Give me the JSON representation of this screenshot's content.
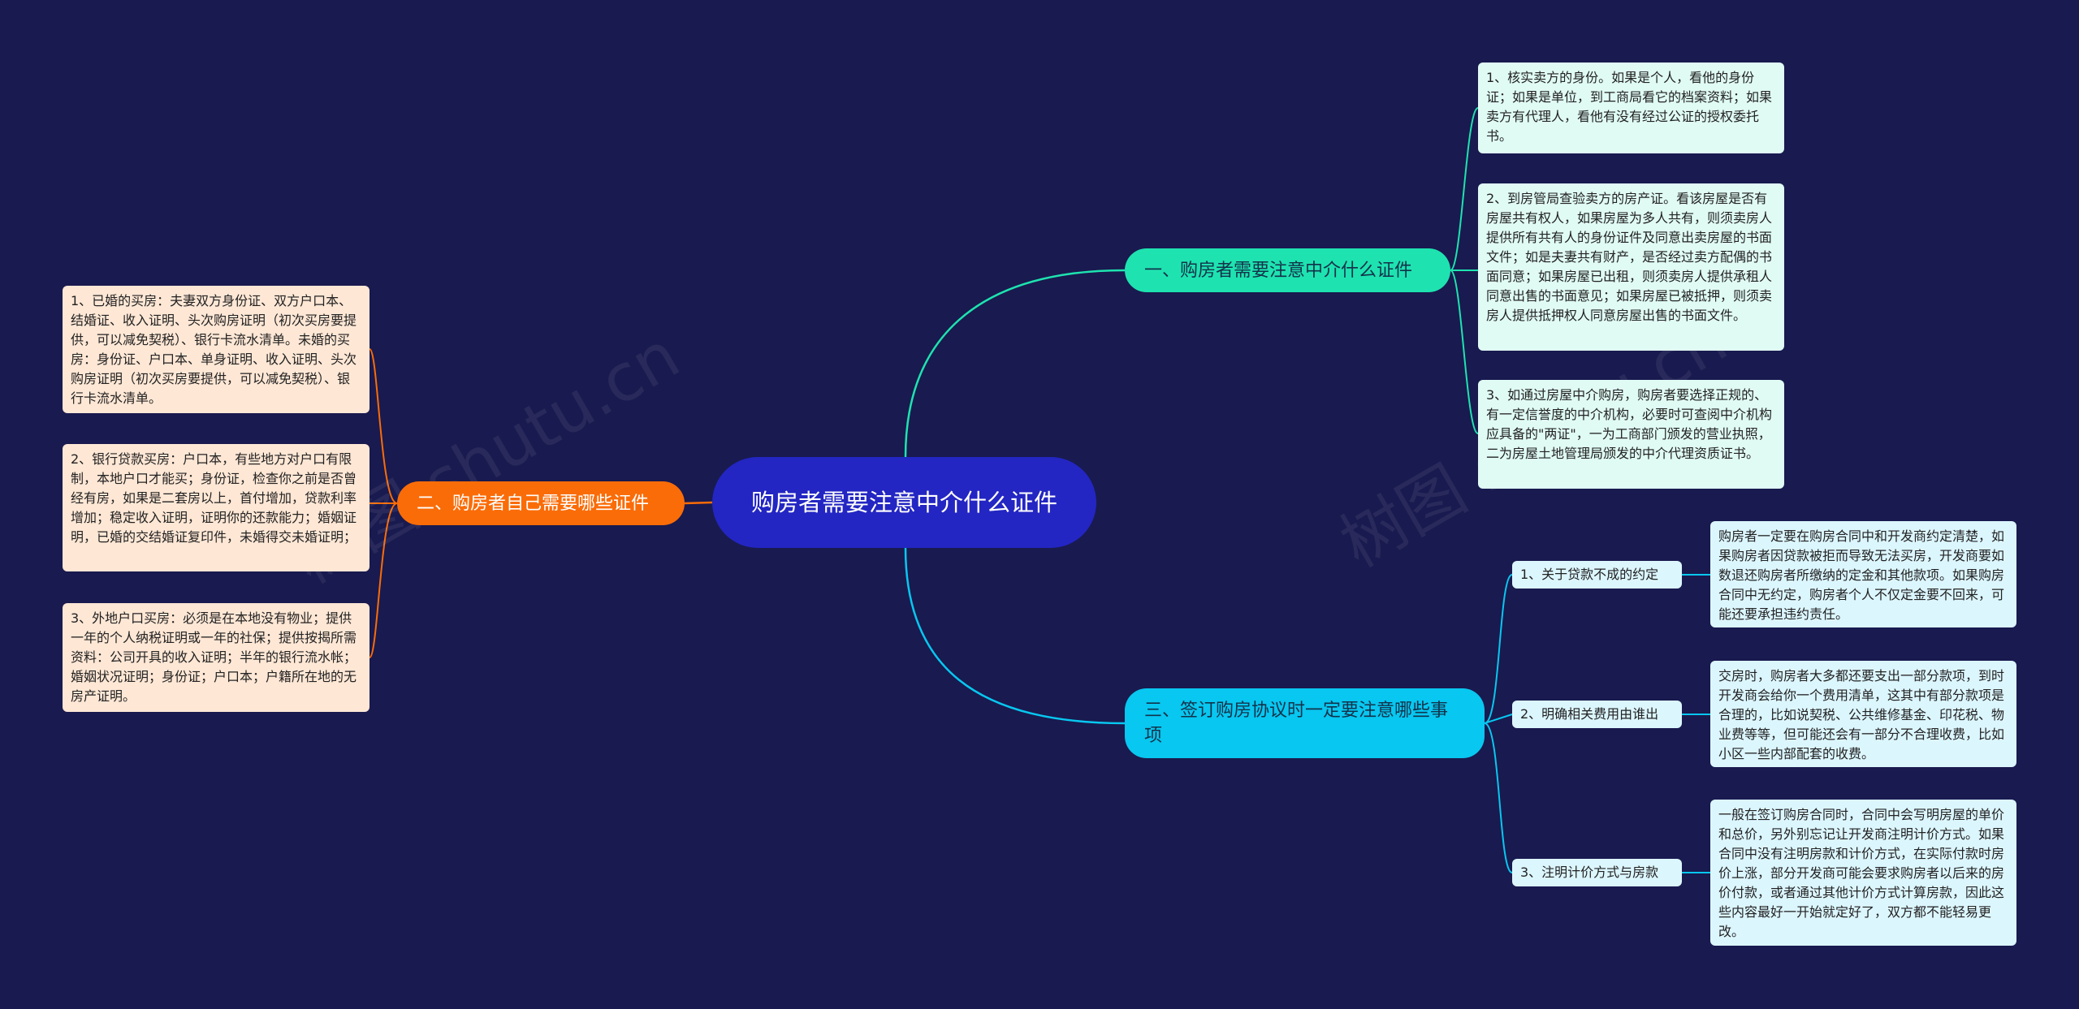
{
  "colors": {
    "background": "#191a4f",
    "root": "#2326c2",
    "branch1": "#1ee3b0",
    "branch2": "#fa6c08",
    "branch3": "#08c7f0"
  },
  "root": {
    "title": "购房者需要注意中介什么证件"
  },
  "branch1": {
    "label": "一、购房者需要注意中介什么证件",
    "items": [
      "1、核实卖方的身份。如果是个人，看他的身份证；如果是单位，到工商局看它的档案资料；如果卖方有代理人，看他有没有经过公证的授权委托书。",
      "2、到房管局查验卖方的房产证。看该房屋是否有房屋共有权人，如果房屋为多人共有，则须卖房人提供所有共有人的身份证件及同意出卖房屋的书面文件；如是夫妻共有财产，是否经过卖方配偶的书面同意；如果房屋已出租，则须卖房人提供承租人同意出售的书面意见；如果房屋已被抵押，则须卖房人提供抵押权人同意房屋出售的书面文件。",
      "3、如通过房屋中介购房，购房者要选择正规的、有一定信誉度的中介机构，必要时可查阅中介机构应具备的\"两证\"，一为工商部门颁发的营业执照，二为房屋土地管理局颁发的中介代理资质证书。"
    ]
  },
  "branch2": {
    "label": "二、购房者自己需要哪些证件",
    "items": [
      "1、已婚的买房：夫妻双方身份证、双方户口本、结婚证、收入证明、头次购房证明（初次买房要提供，可以减免契税）、银行卡流水清单。未婚的买房：身份证、户口本、单身证明、收入证明、头次购房证明（初次买房要提供，可以减免契税）、银行卡流水清单。",
      "2、银行贷款买房：户口本，有些地方对户口有限制，本地户口才能买；身份证，检查你之前是否曾经有房，如果是二套房以上，首付增加，贷款利率增加；稳定收入证明，证明你的还款能力；婚姻证明，已婚的交结婚证复印件，未婚得交未婚证明；",
      "3、外地户口买房：必须是在本地没有物业；提供一年的个人纳税证明或一年的社保；提供按揭所需资料：公司开具的收入证明；半年的银行流水帐；婚姻状况证明；身份证；户口本；户籍所在地的无房产证明。"
    ]
  },
  "branch3": {
    "label": "三、签订购房协议时一定要注意哪些事项",
    "subs": [
      {
        "label": "1、关于贷款不成的约定",
        "detail": "购房者一定要在购房合同中和开发商约定清楚，如果购房者因贷款被拒而导致无法买房，开发商要如数退还购房者所缴纳的定金和其他款项。如果购房合同中无约定，购房者个人不仅定金要不回来，可能还要承担违约责任。"
      },
      {
        "label": "2、明确相关费用由谁出",
        "detail": "交房时，购房者大多都还要支出一部分款项，到时开发商会给你一个费用清单，这其中有部分款项是合理的，比如说契税、公共维修基金、印花税、物业费等等，但可能还会有一部分不合理收费，比如小区一些内部配套的收费。"
      },
      {
        "label": "3、注明计价方式与房款",
        "detail": "一般在签订购房合同时，合同中会写明房屋的单价和总价，另外别忘记让开发商注明计价方式。如果合同中没有注明房款和计价方式，在实际付款时房价上涨，部分开发商可能会要求购房者以后来的房价付款，或者通过其他计价方式计算房款，因此这些内容最好一开始就定好了，双方都不能轻易更改。"
      }
    ]
  },
  "watermarks": [
    "树图 shutu.cn",
    "树图 shutu.cn"
  ]
}
